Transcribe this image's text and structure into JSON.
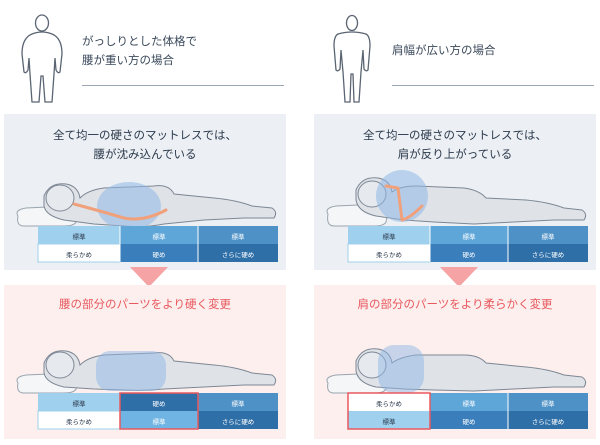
{
  "columns": [
    {
      "header_caption_lines": [
        "がっしりとした体格で",
        "腰が重い方の場合"
      ],
      "before_title_lines": [
        "全て均一の硬さのマットレスでは、",
        "腰が沈み込んでいる"
      ],
      "after_title": "腰の部分のパーツをより硬く変更",
      "before_mattress": {
        "top": [
          "標準",
          "標準",
          "標準"
        ],
        "bottom": [
          "柔らかめ",
          "硬め",
          "さらに硬め"
        ]
      },
      "after_mattress": {
        "top": [
          "標準",
          "硬め",
          "標準"
        ],
        "bottom": [
          "柔らかめ",
          "標準",
          "さらに硬め"
        ]
      }
    },
    {
      "header_caption_lines": [
        "肩幅が広い方の場合"
      ],
      "before_title_lines": [
        "全て均一の硬さのマットレスでは、",
        "肩が反り上がっている"
      ],
      "after_title": "肩の部分のパーツをより柔らかく変更",
      "before_mattress": {
        "top": [
          "標準",
          "標準",
          "標準"
        ],
        "bottom": [
          "柔らかめ",
          "硬め",
          "さらに硬め"
        ]
      },
      "after_mattress": {
        "top": [
          "柔らかめ",
          "標準",
          "標準"
        ],
        "bottom": [
          "標準",
          "硬め",
          "さらに硬め"
        ]
      }
    }
  ],
  "colors": {
    "panel_before": "#eceff3",
    "panel_after": "#fcefed",
    "accent": "#e8585e",
    "arrow": "#f5a3a4",
    "mattress_light": "#bfe0f4",
    "mattress_mid": "#6fb4e2",
    "mattress_dark": "#2f6fa8",
    "body_fill": "#dfe3e8",
    "highlight": "#8fb8e6",
    "spine": "#f0a07a"
  }
}
